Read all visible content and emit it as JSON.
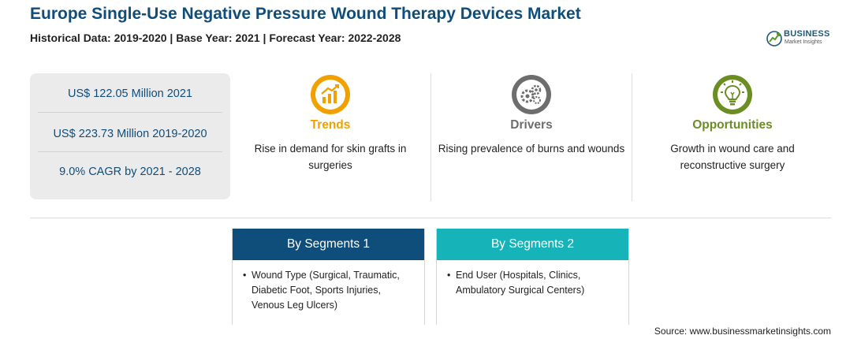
{
  "header": {
    "title": "Europe Single-Use Negative Pressure Wound Therapy Devices Market",
    "subtitle": "Historical Data: 2019-2020 | Base Year: 2021 | Forecast Year: 2022-2028"
  },
  "logo": {
    "brand": "BUSINESS",
    "tagline": "Market Insights"
  },
  "stats": [
    "US$ 122.05 Million 2021",
    "US$ 223.73 Million 2019-2020",
    "9.0% CAGR by 2021 - 2028"
  ],
  "features": {
    "trends": {
      "title": "Trends",
      "description": "Rise in demand for skin grafts in surgeries",
      "icon": "trend-chart-icon"
    },
    "drivers": {
      "title": "Drivers",
      "description": "Rising prevalence of burns and wounds",
      "icon": "gears-icon"
    },
    "opportunities": {
      "title": "Opportunities",
      "description": "Growth in wound care and reconstructive surgery",
      "icon": "lightbulb-icon"
    }
  },
  "segments": [
    {
      "title": "By Segments 1",
      "items": [
        "Wound Type (Surgical, Traumatic, Diabetic Foot, Sports Injuries, Venous Leg Ulcers)"
      ]
    },
    {
      "title": "By Segments 2",
      "items": [
        "End User (Hospitals, Clinics, Ambulatory Surgical Centers)"
      ]
    }
  ],
  "source": "Source: www.businessmarketinsights.com",
  "colors": {
    "primary": "#0f4d7a",
    "teal": "#16b3b8",
    "trends": "#f0a100",
    "drivers": "#6d6d6d",
    "opportunities": "#6b8e23"
  }
}
